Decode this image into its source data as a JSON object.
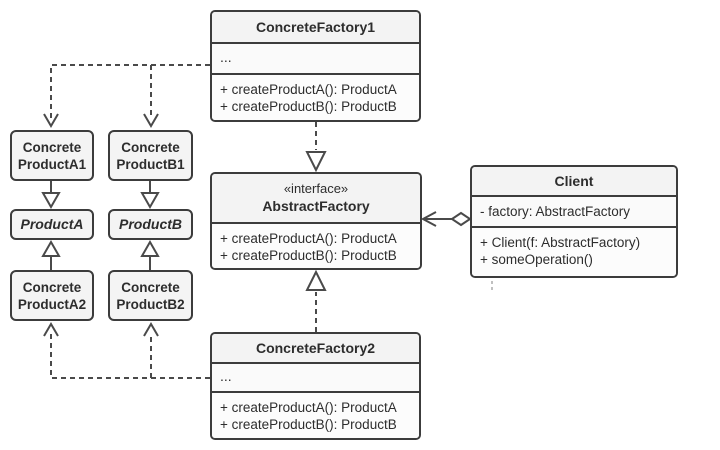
{
  "colors": {
    "line": "#4a4a4a",
    "box_border": "#3c3c3c",
    "header_fill": "#f3f3f3",
    "body_fill": "#fcfcfc",
    "text": "#2d2d2d",
    "background": "#ffffff"
  },
  "diagram": {
    "concrete_factory_1": {
      "title": "ConcreteFactory1",
      "ellipsis": "...",
      "methods": [
        "+ createProductA(): ProductA",
        "+ createProductB(): ProductB"
      ]
    },
    "abstract_factory": {
      "stereotype": "«interface»",
      "title": "AbstractFactory",
      "methods": [
        "+ createProductA(): ProductA",
        "+ createProductB(): ProductB"
      ]
    },
    "concrete_factory_2": {
      "title": "ConcreteFactory2",
      "ellipsis": "...",
      "methods": [
        "+ createProductA(): ProductA",
        "+ createProductB(): ProductB"
      ]
    },
    "client": {
      "title": "Client",
      "attributes": [
        "- factory: AbstractFactory"
      ],
      "methods": [
        "+ Client(f: AbstractFactory)",
        "+ someOperation()"
      ]
    },
    "concrete_product_a1": {
      "line1": "Concrete",
      "line2": "ProductA1"
    },
    "concrete_product_b1": {
      "line1": "Concrete",
      "line2": "ProductB1"
    },
    "product_a": {
      "title": "ProductA"
    },
    "product_b": {
      "title": "ProductB"
    },
    "concrete_product_a2": {
      "line1": "Concrete",
      "line2": "ProductA2"
    },
    "concrete_product_b2": {
      "line1": "Concrete",
      "line2": "ProductB2"
    }
  }
}
